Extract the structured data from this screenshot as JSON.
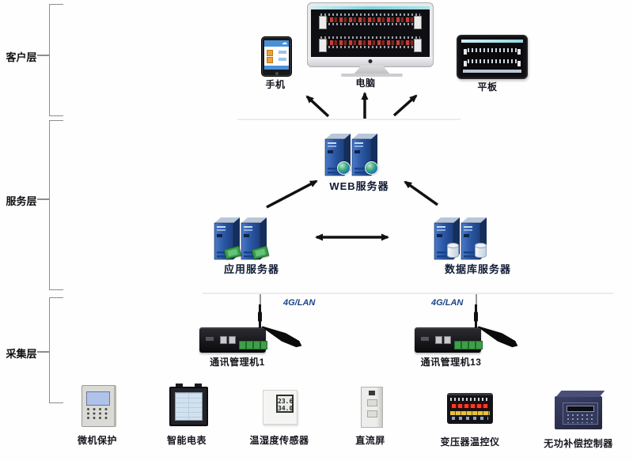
{
  "layers": [
    {
      "label": "客户层"
    },
    {
      "label": "服务层"
    },
    {
      "label": "采集层"
    }
  ],
  "clients": {
    "phone": {
      "label": "手机"
    },
    "computer": {
      "label": "电脑"
    },
    "tablet": {
      "label": "平板"
    }
  },
  "servers": {
    "web": {
      "label": "WEB服务器"
    },
    "app": {
      "label": "应用服务器"
    },
    "db": {
      "label": "数据库服务器"
    }
  },
  "gateways": [
    {
      "label": "通讯管理机1",
      "link": "4G/LAN"
    },
    {
      "label": "通讯管理机13",
      "link": "4G/LAN"
    }
  ],
  "devices": [
    {
      "label": "微机保护"
    },
    {
      "label": "智能电表"
    },
    {
      "label": "温湿度传感器",
      "reading_top": "23.6",
      "reading_bottom": "34.0"
    },
    {
      "label": "直流屏"
    },
    {
      "label": "变压器温控仪"
    },
    {
      "label": "无功补偿控制器"
    }
  ],
  "icons": {
    "cloud": "☁"
  },
  "colors": {
    "server_blue": "#2a57a5",
    "link_label": "#1b4587",
    "arrow": "#111111",
    "screen_teal": "#9fdde2",
    "led_red": "#ff3b22",
    "chip_green": "#3a9e4e"
  }
}
